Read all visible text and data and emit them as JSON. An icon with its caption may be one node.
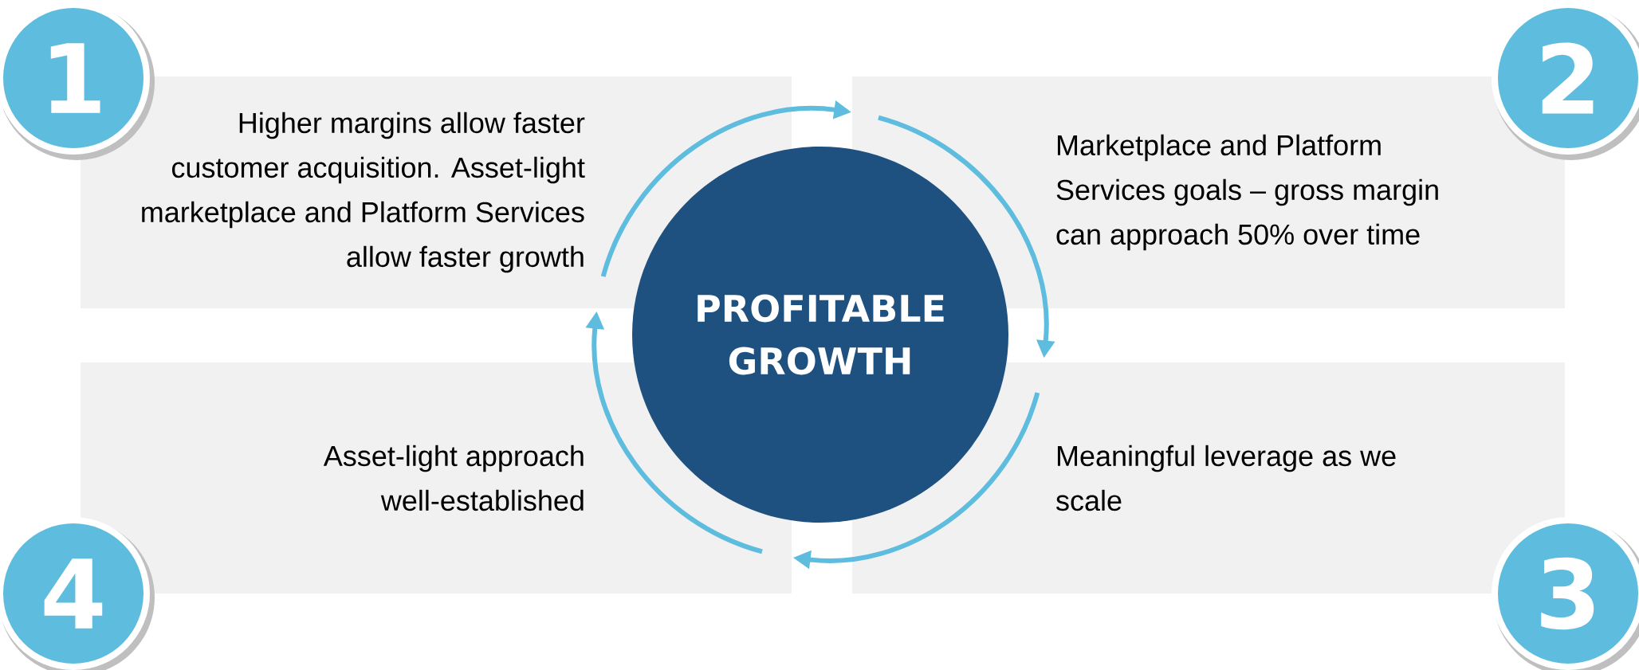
{
  "diagram": {
    "nodes": [
      {
        "text": [
          "Higher margins allow faster customer acquisition. Asset-light marketplace and Platform Services allow faster growth"
        ]
      },
      {
        "text": [
          "Marketplace and Platform Services goals – gross margin can approach 50% over time"
        ]
      },
      {
        "text": [
          "Meaningful leverage as we scale"
        ]
      },
      {
        "text": [
          "Asset-light approach well-established"
        ]
      },
      {
        "text": [
          "PROFITABLE GROWTH"
        ]
      },
      {
        "text": [
          "1"
        ]
      },
      {
        "text": [
          "2"
        ]
      },
      {
        "text": [
          "3"
        ]
      },
      {
        "text": [
          "4"
        ]
      }
    ],
    "edges": [
      {
        "from": 0,
        "to": 1,
        "arrow": "to"
      },
      {
        "from": 1,
        "to": 2,
        "arrow": "to"
      },
      {
        "from": 2,
        "to": 3,
        "arrow": "to"
      },
      {
        "from": 3,
        "to": 0,
        "arrow": "to"
      }
    ]
  }
}
